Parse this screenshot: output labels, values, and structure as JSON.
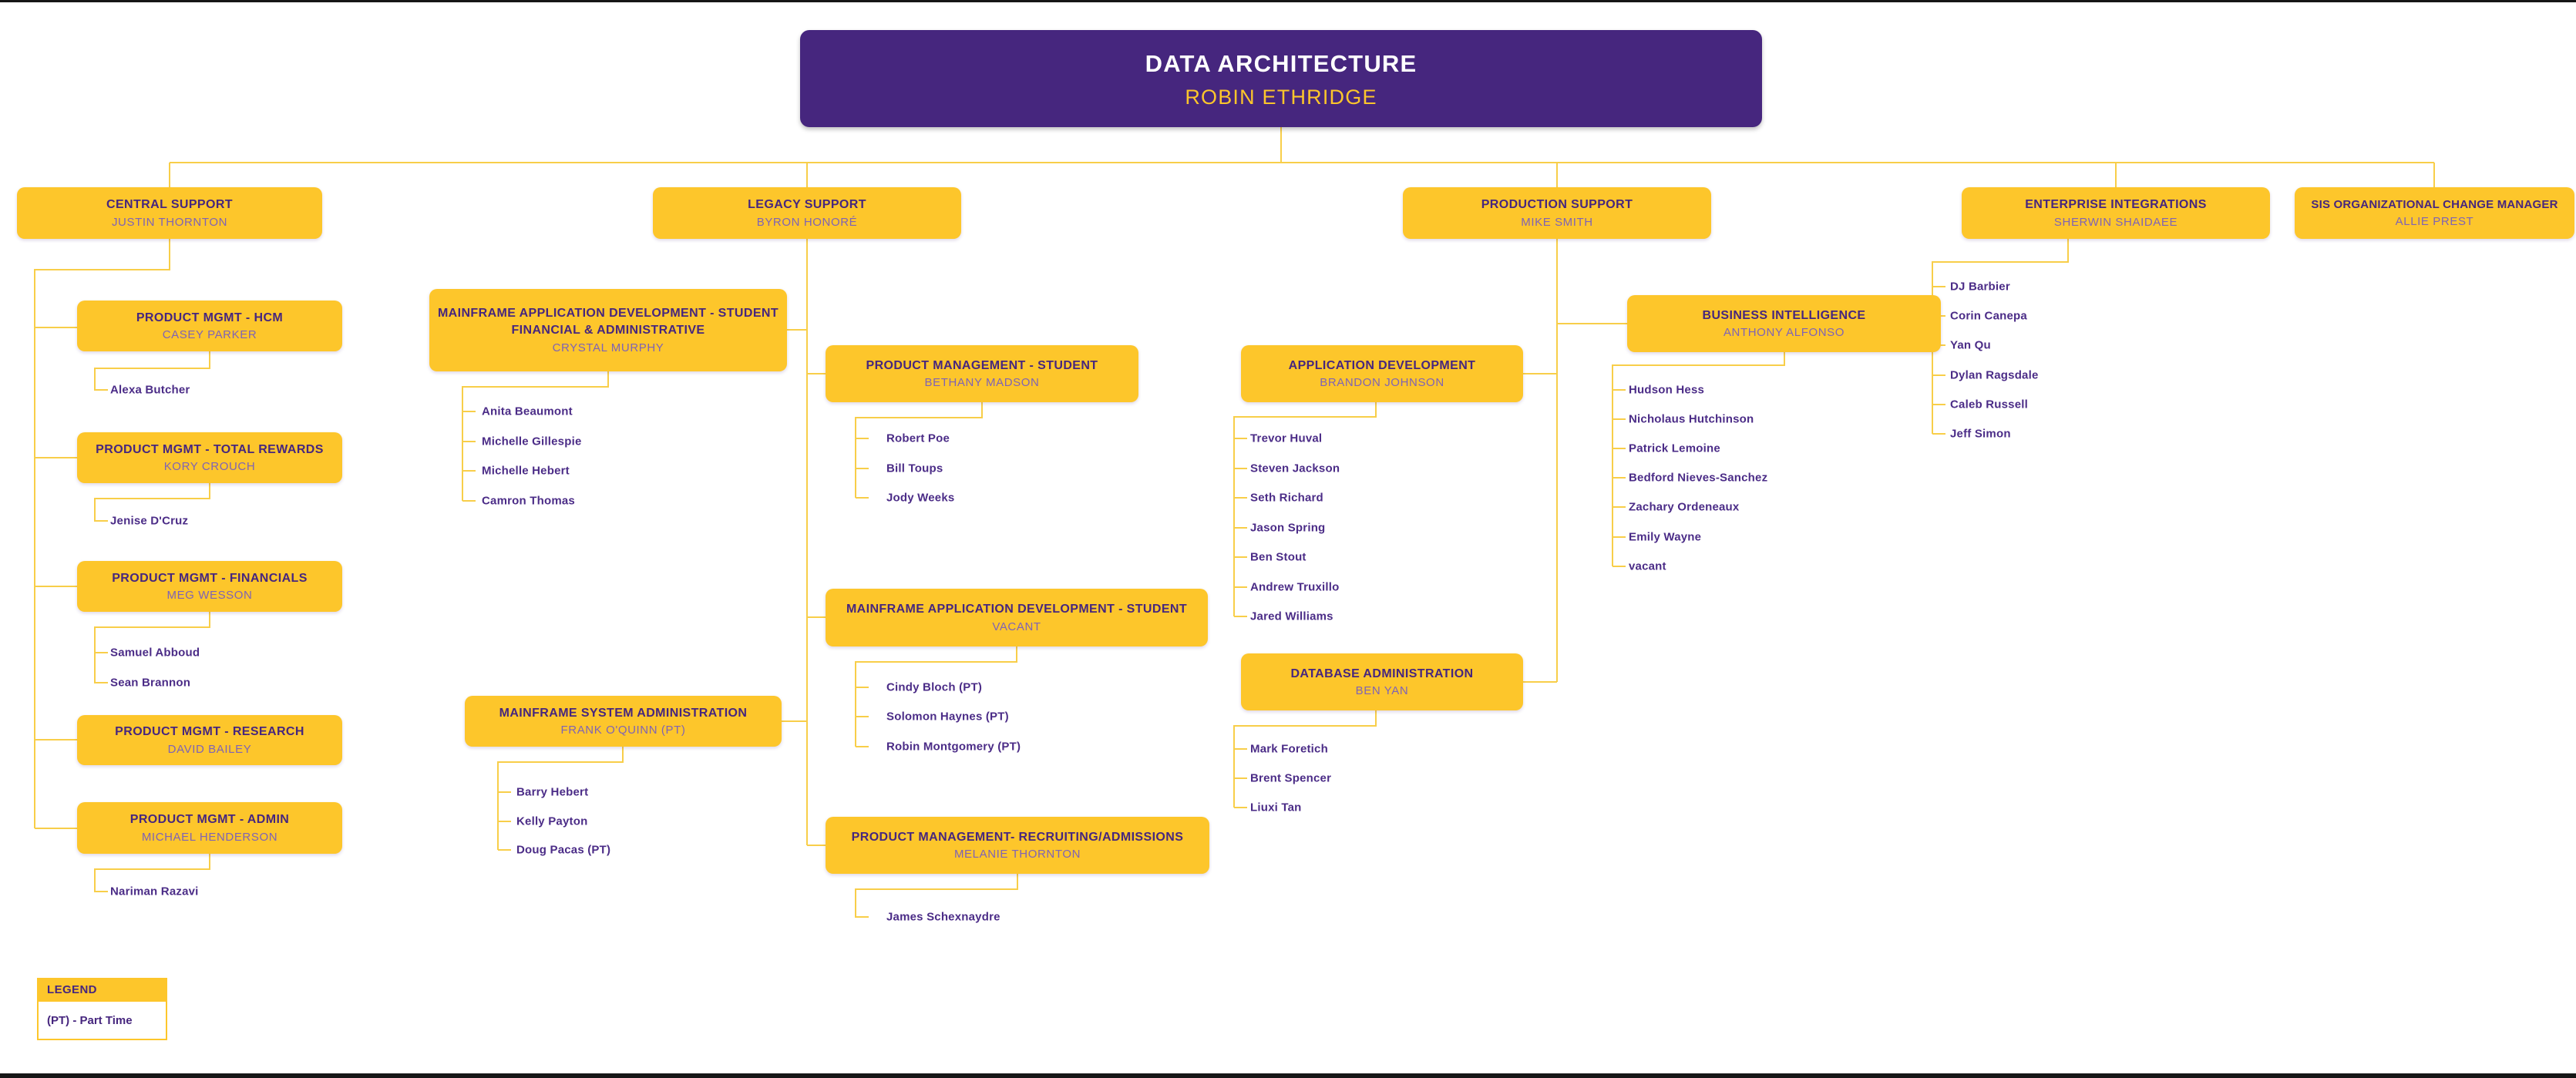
{
  "root": {
    "title": "DATA ARCHITECTURE",
    "name": "ROBIN ETHRIDGE"
  },
  "level2": {
    "central": {
      "title": "CENTRAL SUPPORT",
      "name": "JUSTIN THORNTON"
    },
    "legacy": {
      "title": "LEGACY SUPPORT",
      "name": "BYRON HONORÉ"
    },
    "production": {
      "title": "PRODUCTION SUPPORT",
      "name": "MIKE SMITH"
    },
    "enterprise": {
      "title": "ENTERPRISE INTEGRATIONS",
      "name": "SHERWIN SHAIDAEE",
      "staff": [
        "DJ Barbier",
        "Corin Canepa",
        "Yan Qu",
        "Dylan Ragsdale",
        "Caleb Russell",
        "Jeff Simon"
      ]
    },
    "sis": {
      "title": "SIS ORGANIZATIONAL CHANGE MANAGER",
      "name": "ALLIE PREST"
    }
  },
  "teams": {
    "hcm": {
      "title": "PRODUCT MGMT - HCM",
      "name": "CASEY PARKER",
      "staff": [
        "Alexa Butcher"
      ]
    },
    "rewards": {
      "title": "PRODUCT MGMT - TOTAL REWARDS",
      "name": "KORY CROUCH",
      "staff": [
        "Jenise D'Cruz"
      ]
    },
    "financials": {
      "title": "PRODUCT MGMT - FINANCIALS",
      "name": "MEG WESSON",
      "staff": [
        "Samuel Abboud",
        "Sean Brannon"
      ]
    },
    "research": {
      "title": "PRODUCT MGMT - RESEARCH",
      "name": "DAVID BAILEY",
      "staff": []
    },
    "admin": {
      "title": "PRODUCT MGMT - ADMIN",
      "name": "MICHAEL HENDERSON",
      "staff": [
        "Nariman Razavi"
      ]
    },
    "mfad_sfa": {
      "title": "MAINFRAME APPLICATION DEVELOPMENT - STUDENT FINANCIAL & ADMINISTRATIVE",
      "name": "CRYSTAL MURPHY",
      "staff": [
        "Anita Beaumont",
        "Michelle Gillespie",
        "Michelle Hebert",
        "Camron Thomas"
      ]
    },
    "msa": {
      "title": "MAINFRAME SYSTEM ADMINISTRATION",
      "name": "FRANK O'QUINN (PT)",
      "staff": [
        "Barry Hebert",
        "Kelly Payton",
        "Doug Pacas (PT)"
      ]
    },
    "pm_student": {
      "title": "PRODUCT MANAGEMENT - STUDENT",
      "name": "BETHANY MADSON",
      "staff": [
        "Robert Poe",
        "Bill Toups",
        "Jody Weeks"
      ]
    },
    "mfad_student": {
      "title": "MAINFRAME APPLICATION DEVELOPMENT - STUDENT",
      "name": "VACANT",
      "staff": [
        "Cindy Bloch (PT)",
        "Solomon Haynes (PT)",
        "Robin Montgomery (PT)"
      ]
    },
    "pm_recruiting": {
      "title": "PRODUCT MANAGEMENT- RECRUITING/ADMISSIONS",
      "name": "MELANIE THORNTON",
      "staff": [
        "James Schexnaydre"
      ]
    },
    "appdev": {
      "title": "APPLICATION DEVELOPMENT",
      "name": "BRANDON JOHNSON",
      "staff": [
        "Trevor Huval",
        "Steven Jackson",
        "Seth Richard",
        "Jason Spring",
        "Ben Stout",
        "Andrew Truxillo",
        "Jared Williams"
      ]
    },
    "bi": {
      "title": "BUSINESS INTELLIGENCE",
      "name": "ANTHONY ALFONSO",
      "staff": [
        "Hudson Hess",
        "Nicholaus Hutchinson",
        "Patrick Lemoine",
        "Bedford Nieves-Sanchez",
        "Zachary Ordeneaux",
        "Emily Wayne",
        "vacant"
      ]
    },
    "dba": {
      "title": "DATABASE ADMINISTRATION",
      "name": "BEN YAN",
      "staff": [
        "Mark Foretich",
        "Brent Spencer",
        "Liuxi Tan"
      ]
    }
  },
  "legend": {
    "title": "LEGEND",
    "entry": "(PT) - Part Time"
  },
  "colors": {
    "purple": "#46267E",
    "gold": "#FDC62B",
    "line": "#F8CE49",
    "title_text": "#46267E",
    "name_text": "#7E63B6",
    "staff_text": "#4B2C87"
  }
}
